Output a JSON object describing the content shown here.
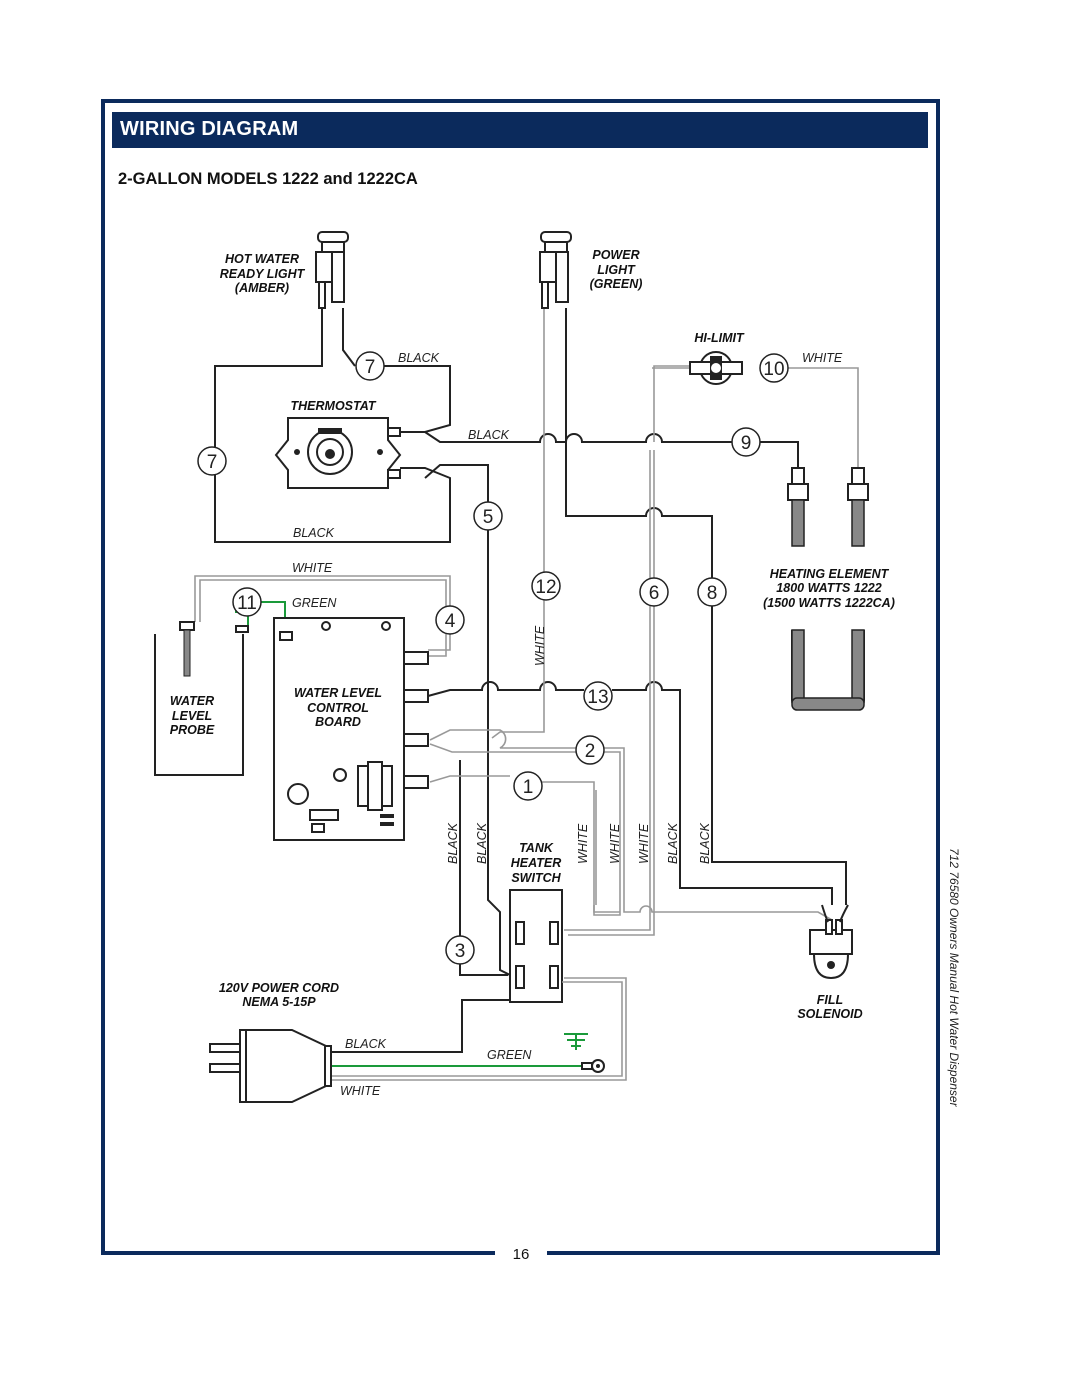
{
  "header": {
    "title": "WIRING DIAGRAM"
  },
  "subtitle": "2-GALLON MODELS 1222 and 1222CA",
  "labels": {
    "hot_water_light": [
      "HOT WATER",
      "READY LIGHT",
      "(AMBER)"
    ],
    "power_light": [
      "POWER",
      "LIGHT",
      "(GREEN)"
    ],
    "hi_limit": "HI-LIMIT",
    "thermostat": "THERMOSTAT",
    "heating_element": [
      "HEATING ELEMENT",
      "1800 WATTS 1222",
      "(1500 WATTS 1222CA)"
    ],
    "water_level_probe": [
      "WATER",
      "LEVEL",
      "PROBE"
    ],
    "control_board": [
      "WATER LEVEL",
      "CONTROL",
      "BOARD"
    ],
    "tank_heater_switch": [
      "TANK",
      "HEATER",
      "SWITCH"
    ],
    "power_cord": [
      "120V POWER CORD",
      "NEMA 5-15P"
    ],
    "fill_solenoid": [
      "FILL",
      "SOLENOID"
    ]
  },
  "wire_colors": {
    "black": "BLACK",
    "white": "WHITE",
    "green": "GREEN"
  },
  "wire_numbers": {
    "n1": "1",
    "n2": "2",
    "n3": "3",
    "n4": "4",
    "n5": "5",
    "n6": "6",
    "n7": "7",
    "n8": "8",
    "n9": "9",
    "n10": "10",
    "n11": "11",
    "n12": "12",
    "n13": "13"
  },
  "footer": {
    "page_number": "16",
    "side_note": "712  76580  Owners Manual Hot Water Dispenser"
  },
  "colors": {
    "banner": "#0b2a5c",
    "ground_wire": "#1a9a3a",
    "white_wire": "#999999"
  }
}
